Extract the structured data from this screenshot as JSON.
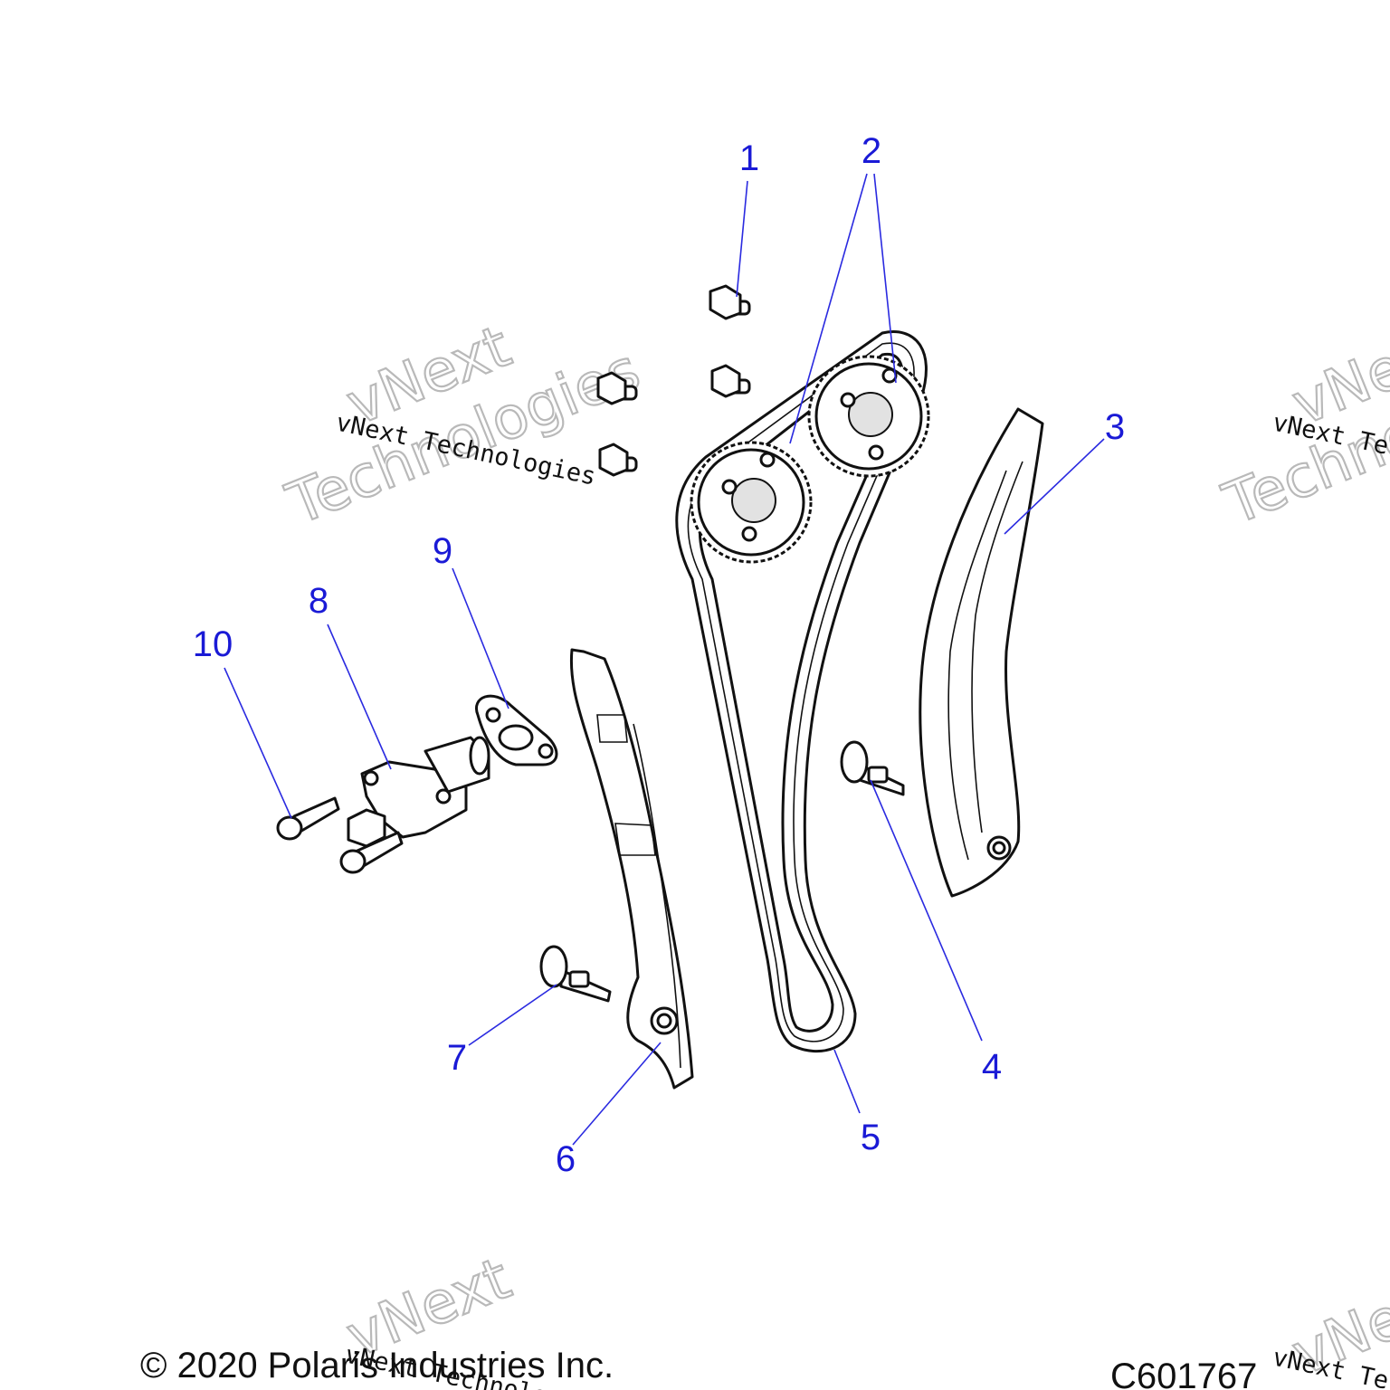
{
  "callouts": [
    {
      "id": "1",
      "label": "1"
    },
    {
      "id": "2",
      "label": "2"
    },
    {
      "id": "3",
      "label": "3"
    },
    {
      "id": "4",
      "label": "4"
    },
    {
      "id": "5",
      "label": "5"
    },
    {
      "id": "6",
      "label": "6"
    },
    {
      "id": "7",
      "label": "7"
    },
    {
      "id": "8",
      "label": "8"
    },
    {
      "id": "9",
      "label": "9"
    },
    {
      "id": "10",
      "label": "10"
    }
  ],
  "watermark": {
    "caption": "vNext Technologies",
    "caption_cut": "vNext Te",
    "line1": "vNext",
    "line2": "Technologies",
    "line2_cut": "Technolo",
    "small_cut": "vNext Technolog",
    "corner_cut": "vNext Te"
  },
  "footer": {
    "copyright": "© 2020 Polaris Industries Inc.",
    "drawing_number": "C601767"
  },
  "colors": {
    "callout": "#1a1ad6",
    "line_art": "#111111",
    "watermark_outline": "#b9b9b9"
  }
}
